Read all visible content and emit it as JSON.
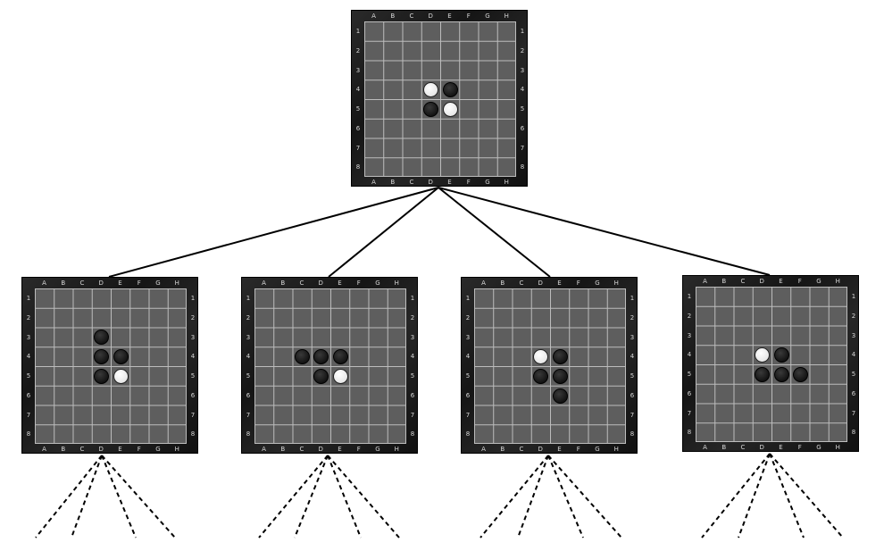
{
  "columns": [
    "A",
    "B",
    "C",
    "D",
    "E",
    "F",
    "G",
    "H"
  ],
  "rows": [
    "1",
    "2",
    "3",
    "4",
    "5",
    "6",
    "7",
    "8"
  ],
  "boards": [
    {
      "id": "root",
      "discs": [
        {
          "cell": "D4",
          "color": "white"
        },
        {
          "cell": "E4",
          "color": "black"
        },
        {
          "cell": "D5",
          "color": "black"
        },
        {
          "cell": "E5",
          "color": "white"
        }
      ]
    },
    {
      "id": "move-d3",
      "discs": [
        {
          "cell": "D3",
          "color": "black"
        },
        {
          "cell": "D4",
          "color": "black"
        },
        {
          "cell": "E4",
          "color": "black"
        },
        {
          "cell": "D5",
          "color": "black"
        },
        {
          "cell": "E5",
          "color": "white"
        }
      ]
    },
    {
      "id": "move-c4",
      "discs": [
        {
          "cell": "C4",
          "color": "black"
        },
        {
          "cell": "D4",
          "color": "black"
        },
        {
          "cell": "E4",
          "color": "black"
        },
        {
          "cell": "D5",
          "color": "black"
        },
        {
          "cell": "E5",
          "color": "white"
        }
      ]
    },
    {
      "id": "move-e6",
      "discs": [
        {
          "cell": "D4",
          "color": "white"
        },
        {
          "cell": "E4",
          "color": "black"
        },
        {
          "cell": "D5",
          "color": "black"
        },
        {
          "cell": "E5",
          "color": "black"
        },
        {
          "cell": "E6",
          "color": "black"
        }
      ]
    },
    {
      "id": "move-f5",
      "discs": [
        {
          "cell": "D4",
          "color": "white"
        },
        {
          "cell": "E4",
          "color": "black"
        },
        {
          "cell": "D5",
          "color": "black"
        },
        {
          "cell": "E5",
          "color": "black"
        },
        {
          "cell": "F5",
          "color": "black"
        }
      ]
    }
  ],
  "colors": {
    "black_disc": "#141414",
    "white_disc": "#ffffff",
    "board_surface": "#5e5e5e",
    "grid_line": "#bdbdbd",
    "frame": "#1a1a1a"
  }
}
